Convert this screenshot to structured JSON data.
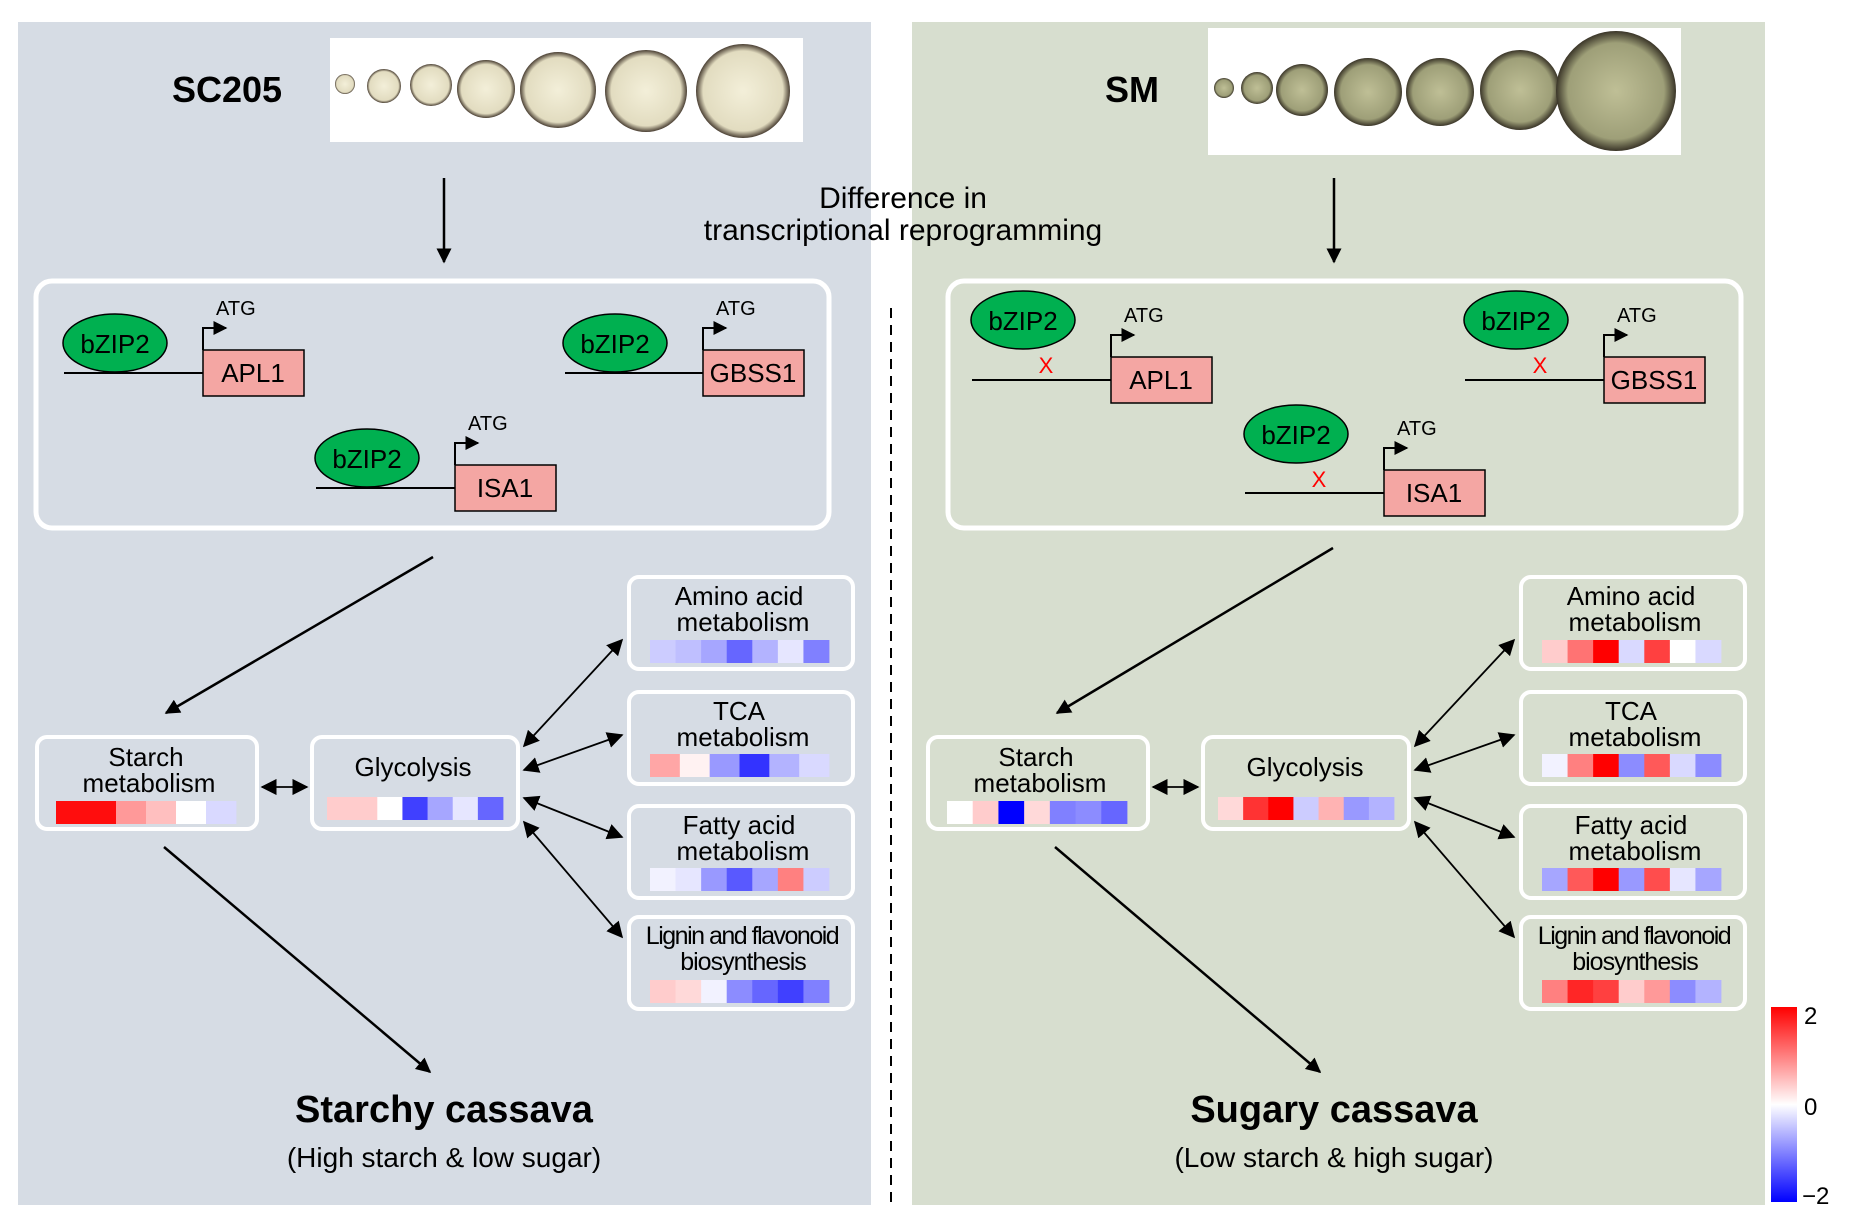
{
  "header": {
    "left_label": "SC205",
    "right_label": "SM",
    "center_line1": "Difference in",
    "center_line2": "transcriptional reprogramming"
  },
  "gene_labels": {
    "tf": "bZIP2",
    "atg": "ATG",
    "apl1": "APL1",
    "gbss1": "GBSS1",
    "isa1": "ISA1",
    "blocked": "X"
  },
  "nodes": {
    "starch_line1": "Starch",
    "starch_line2": "metabolism",
    "glycolysis": "Glycolysis",
    "amino_line1": "Amino acid",
    "amino_line2": "metabolism",
    "tca_line1": "TCA",
    "tca_line2": "metabolism",
    "fatty_line1": "Fatty acid",
    "fatty_line2": "metabolism",
    "lignin_line1": "Lignin and flavonoid",
    "lignin_line2": "biosynthesis"
  },
  "outcomes": {
    "left_title": "Starchy cassava",
    "left_subtitle": "(High starch & low sugar)",
    "right_title": "Sugary cassava",
    "right_subtitle": "(Low starch & high sugar)"
  },
  "colorbar": {
    "max_label": "2",
    "mid_label": "0",
    "min_label": "−2",
    "high_color": "#ff0000",
    "mid_color": "#ffffff",
    "low_color": "#0000ff"
  },
  "colors": {
    "left_panel": "#d6dce4",
    "right_panel": "#d7decf",
    "tf_ellipse": "#00b050",
    "gene_box": "#f4a6a3",
    "node_border": "#ffffff",
    "block_mark": "#ff0000"
  },
  "heatmaps": {
    "left": {
      "starch": [
        1.9,
        1.9,
        0.8,
        0.5,
        0.0,
        -0.3
      ],
      "glycolysis": [
        0.4,
        0.4,
        0.0,
        -1.5,
        -0.7,
        -0.2,
        -1.2
      ],
      "amino": [
        -0.4,
        -0.5,
        -0.7,
        -1.2,
        -0.6,
        -0.2,
        -1.0
      ],
      "tca": [
        0.7,
        0.1,
        -0.8,
        -1.6,
        -0.6,
        -0.3
      ],
      "fatty": [
        -0.1,
        -0.2,
        -0.8,
        -1.3,
        -0.7,
        1.0,
        -0.4
      ],
      "lignin": [
        0.4,
        0.3,
        -0.1,
        -0.9,
        -1.2,
        -1.5,
        -1.0
      ]
    },
    "right": {
      "starch": [
        0.0,
        0.4,
        -2.0,
        0.3,
        -1.0,
        -0.9,
        -1.2
      ],
      "glycolysis": [
        0.3,
        1.6,
        2.0,
        -0.4,
        0.6,
        -0.8,
        -0.6
      ],
      "amino": [
        0.4,
        1.1,
        2.0,
        -0.3,
        1.5,
        0.0,
        -0.3
      ],
      "tca": [
        -0.1,
        1.0,
        2.0,
        -0.9,
        1.3,
        -0.3,
        -0.9
      ],
      "fatty": [
        -0.7,
        1.3,
        2.0,
        -0.8,
        1.4,
        -0.2,
        -0.7
      ],
      "lignin": [
        1.0,
        1.7,
        1.5,
        0.4,
        0.8,
        -0.9,
        -0.6
      ]
    }
  }
}
